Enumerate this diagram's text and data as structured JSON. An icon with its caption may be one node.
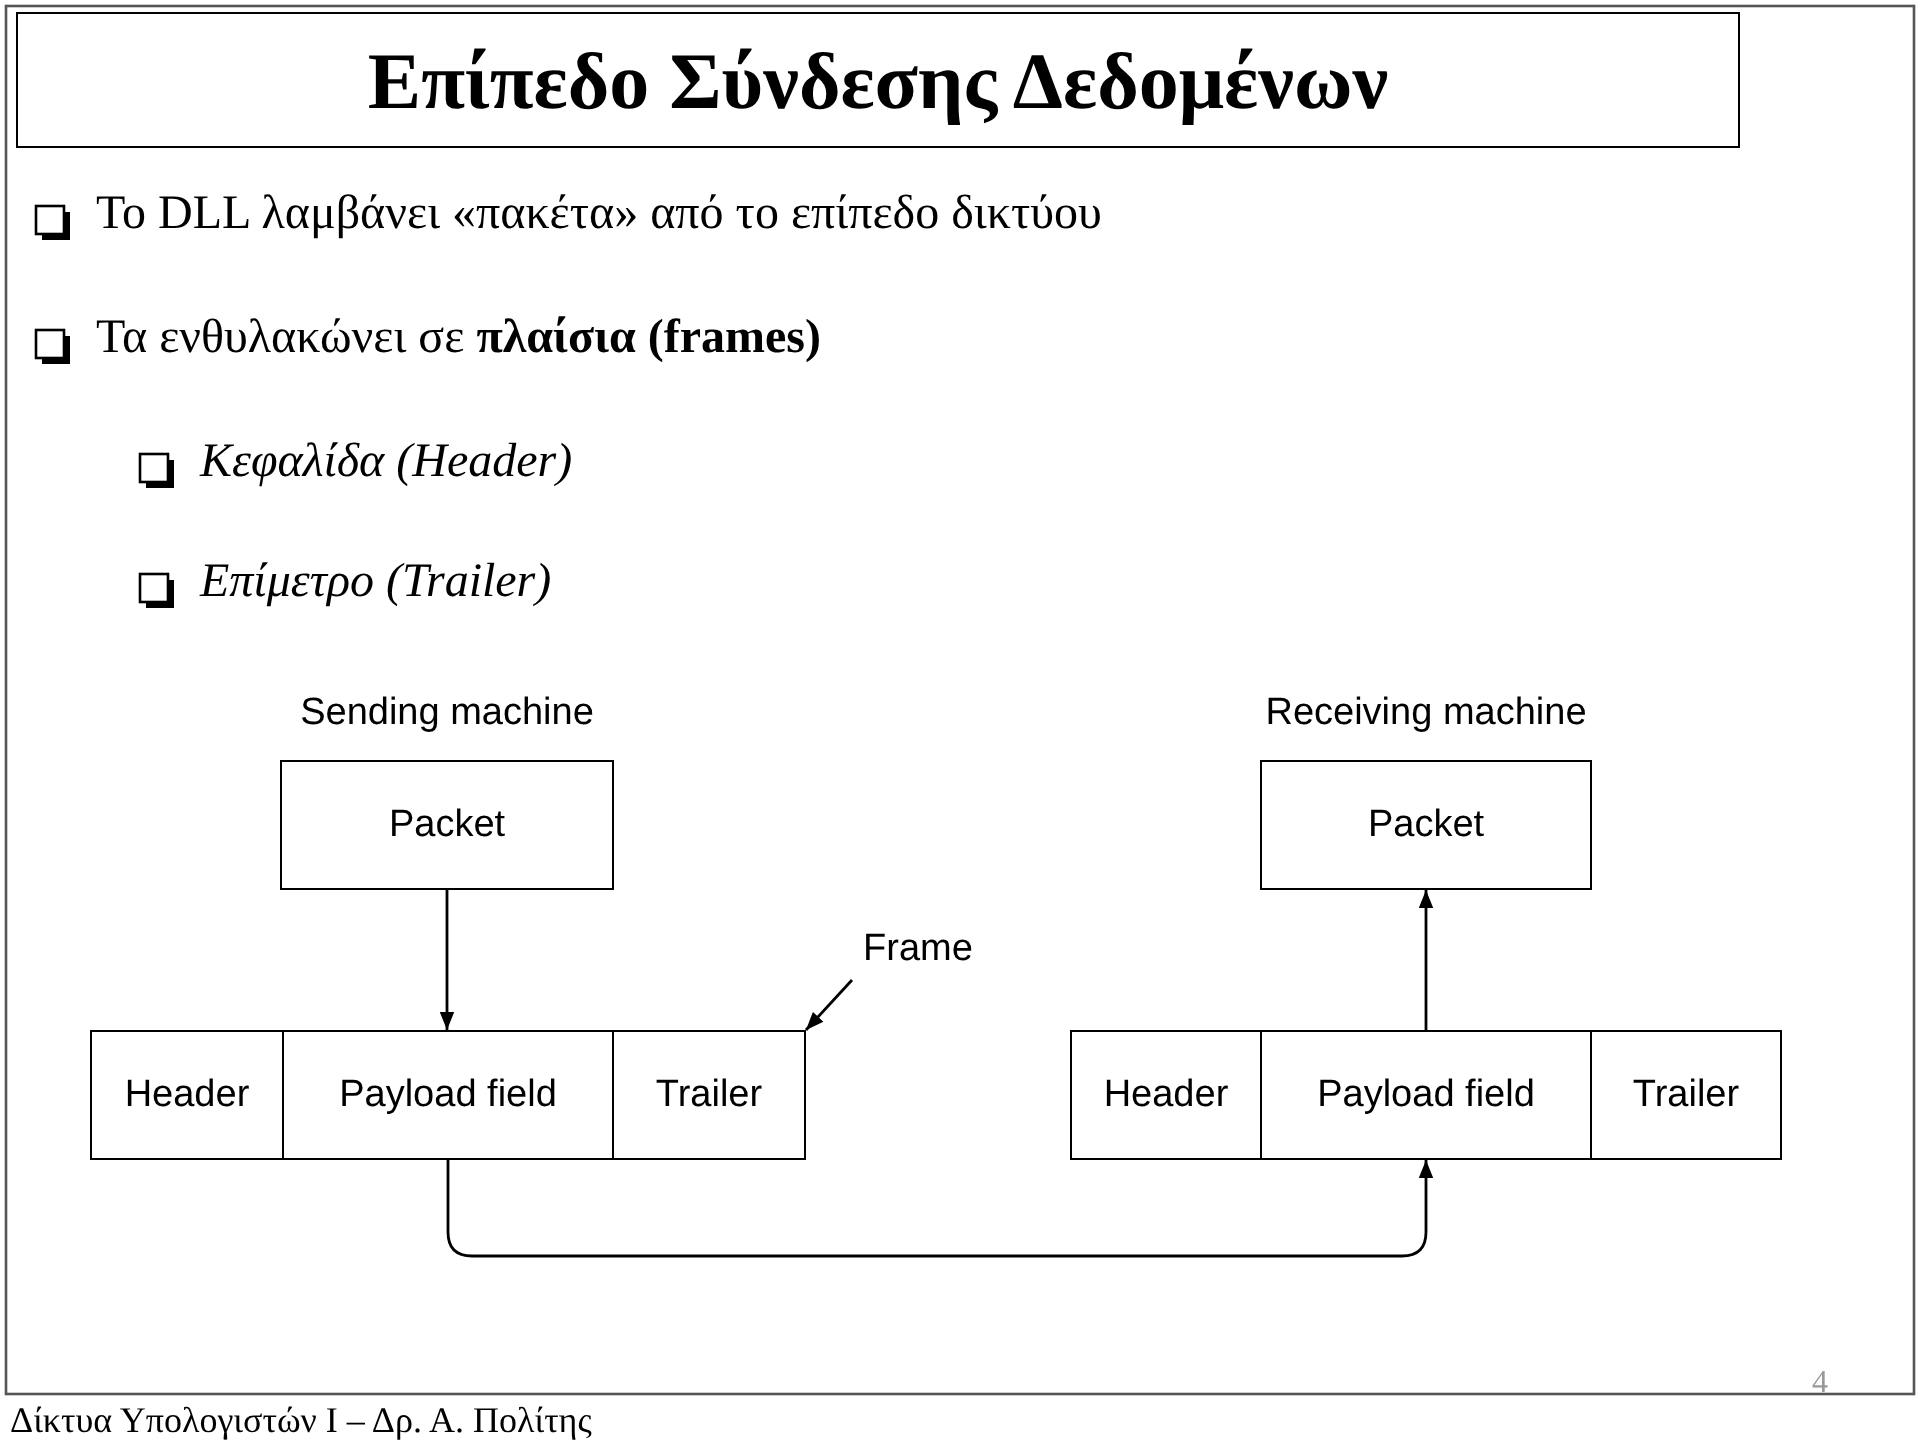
{
  "diagram": {
    "title": "Επίπεδο Σύνδεσης Δεδομένων",
    "nodes": [
      {
        "text": [
          "Packet"
        ],
        "beside": [
          "Sending machine"
        ]
      },
      {
        "text": [
          "Header"
        ]
      },
      {
        "text": [
          "Payload field"
        ]
      },
      {
        "text": [
          "Trailer"
        ]
      },
      {
        "text": [
          "Frame"
        ]
      },
      {
        "text": [
          "Packet"
        ],
        "beside": [
          "Receiving machine"
        ]
      },
      {
        "text": [
          "Header"
        ]
      },
      {
        "text": [
          "Payload field"
        ]
      },
      {
        "text": [
          "Trailer"
        ]
      }
    ],
    "edges": [
      {
        "from": 0,
        "to": 2,
        "arrow": "to"
      },
      {
        "from": 4,
        "to": 3,
        "arrow": "to"
      },
      {
        "from": 2,
        "to": 7,
        "arrow": "to"
      },
      {
        "from": 7,
        "to": 5,
        "arrow": "to"
      }
    ],
    "labels": [
      "Το DLL λαμβάνει «πακέτα» από το επίπεδο δικτύου",
      "Τα ενθυλακώνει σε **πλαίσια (frames)**",
      "Κεφαλίδα (Header)",
      "Επίμετρο (Trailer)",
      "Δίκτυα Υπολογιστών Ι – Δρ. Α. Πολίτης",
      "4"
    ]
  }
}
